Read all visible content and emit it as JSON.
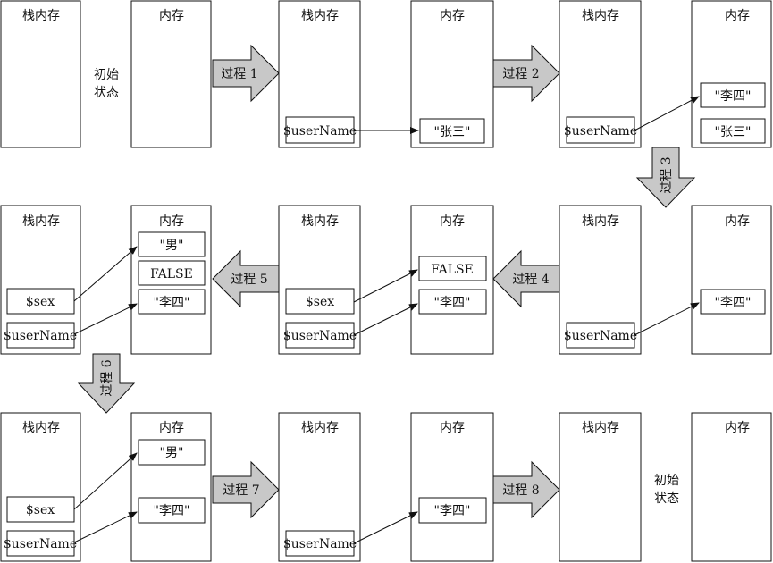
{
  "labels": {
    "stack": "栈内存",
    "heap": "内存",
    "initial_line1": "初始",
    "initial_line2": "状态"
  },
  "values": {
    "username_var": "$userName",
    "sex_var": "$sex",
    "zhang_san": "\"张三\"",
    "li_si": "\"李四\"",
    "nan": "\"男\"",
    "false_val": "FALSE"
  },
  "steps": {
    "p1": "过程 1",
    "p2": "过程 2",
    "p3": "过程 3",
    "p4": "过程 4",
    "p5": "过程 5",
    "p6": "过程 6",
    "p7": "过程 7",
    "p8": "过程 8"
  },
  "colors": {
    "arrow_fill": "#c8c8c8",
    "stroke": "#111111"
  }
}
